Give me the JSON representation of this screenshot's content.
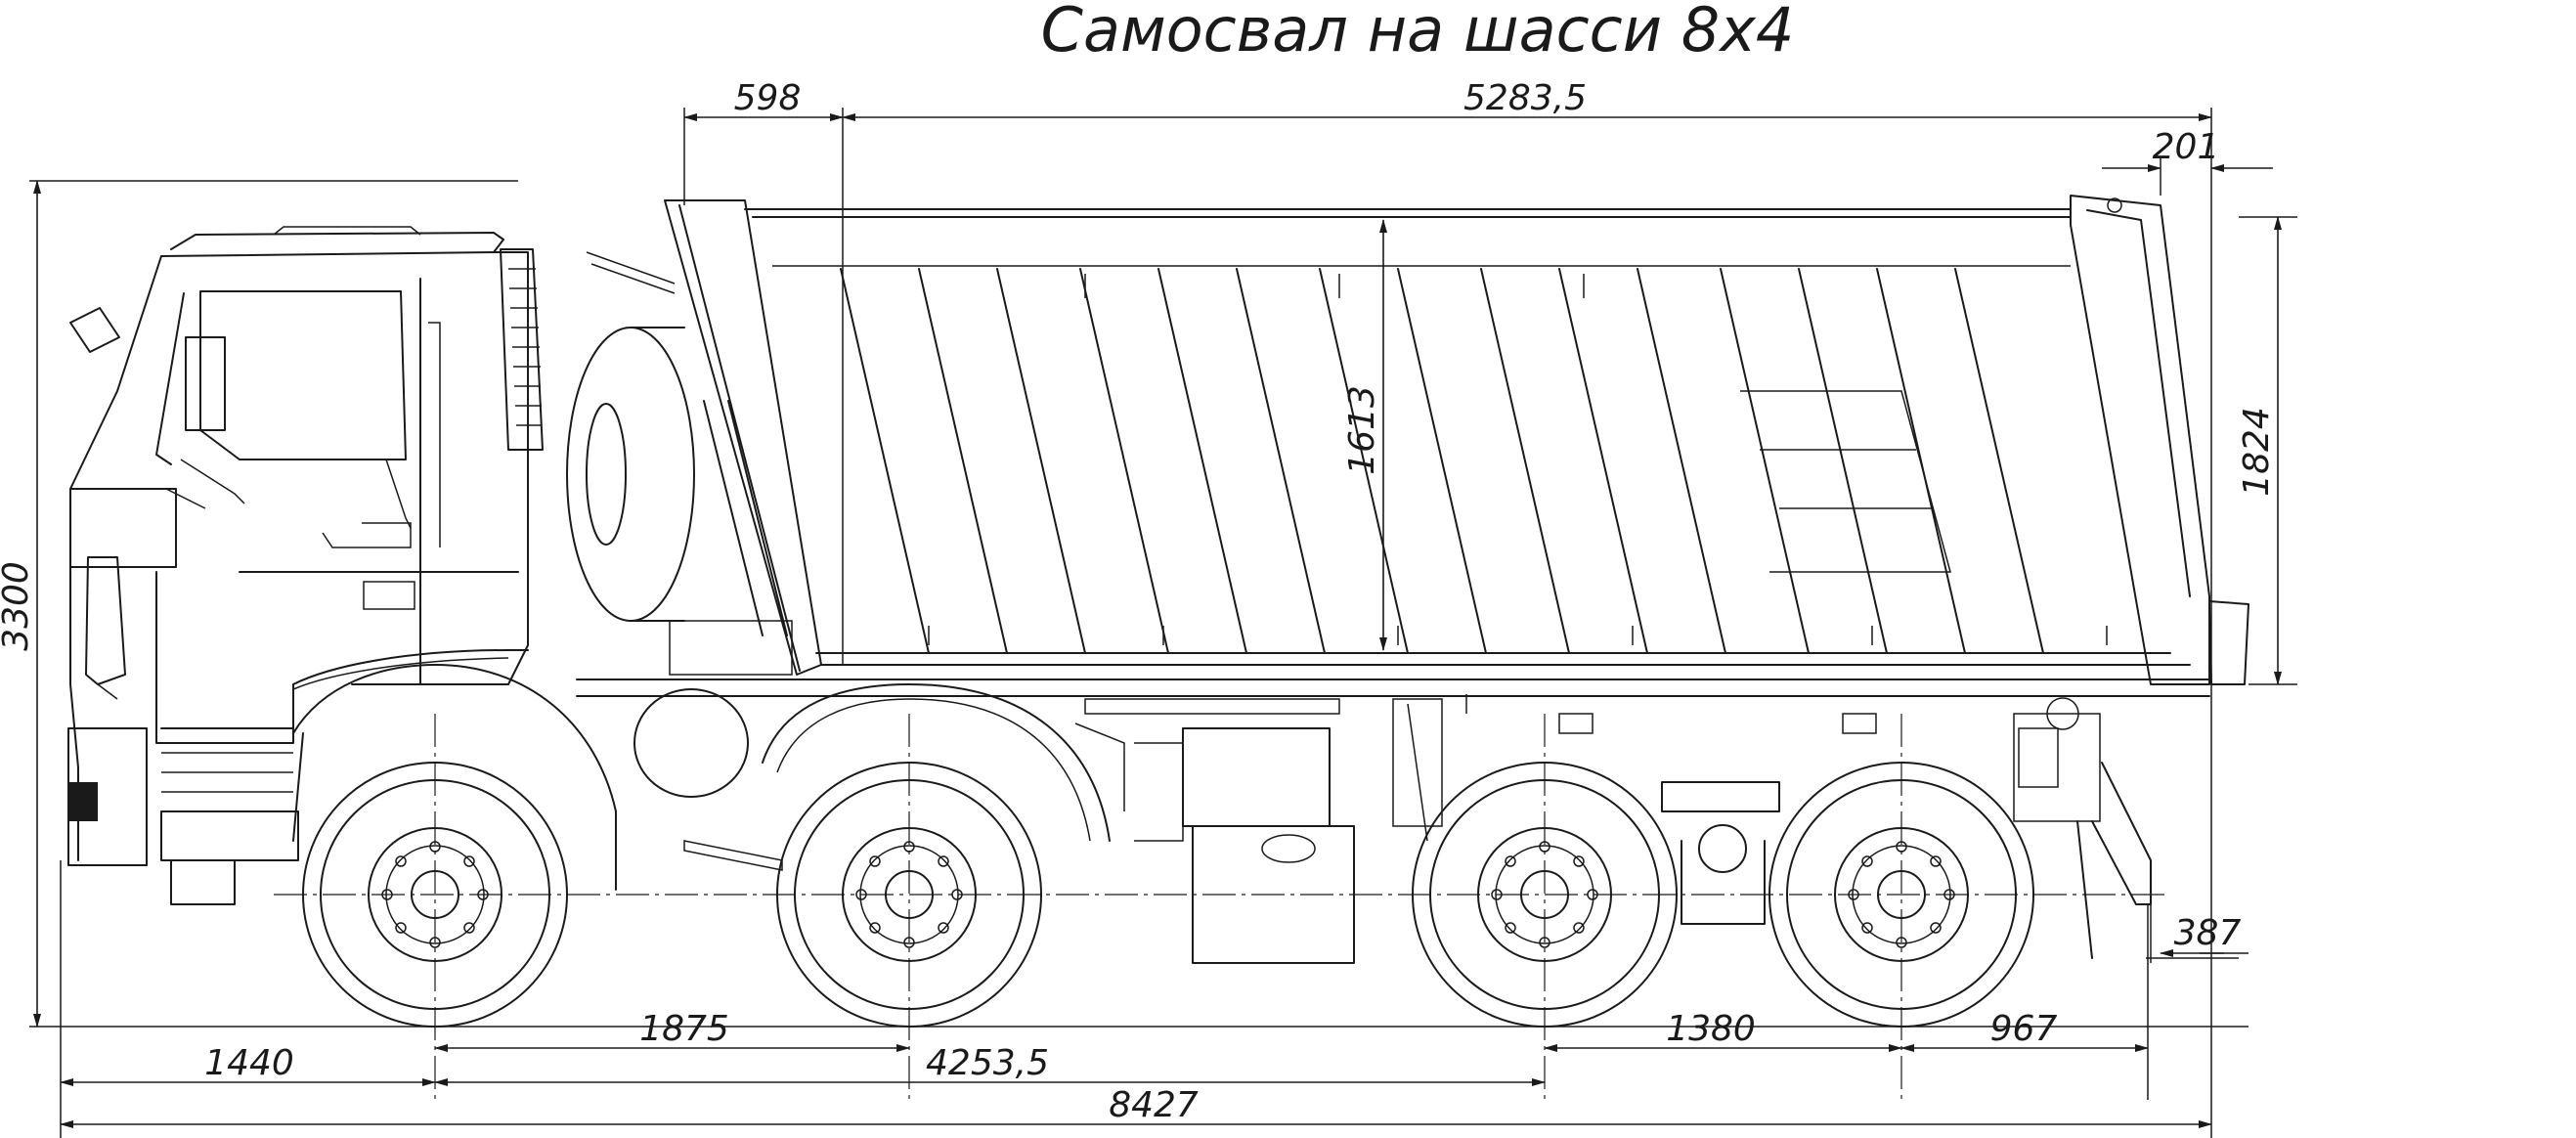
{
  "title": "Самосвал на шасси 8x4",
  "dimensions": {
    "cab_to_body_gap": "598",
    "body_length": "5283,5",
    "tailgate_overhang": "201",
    "overall_height": "3300",
    "body_side_height": "1613",
    "body_height_rear": "1824",
    "rear_axle_to_underrun": "387",
    "front_axle_spacing": "1875",
    "front_overhang": "1440",
    "wheelbase": "4253,5",
    "rear_axle_spacing": "1380",
    "rear_overhang": "967",
    "overall_length": "8427"
  }
}
